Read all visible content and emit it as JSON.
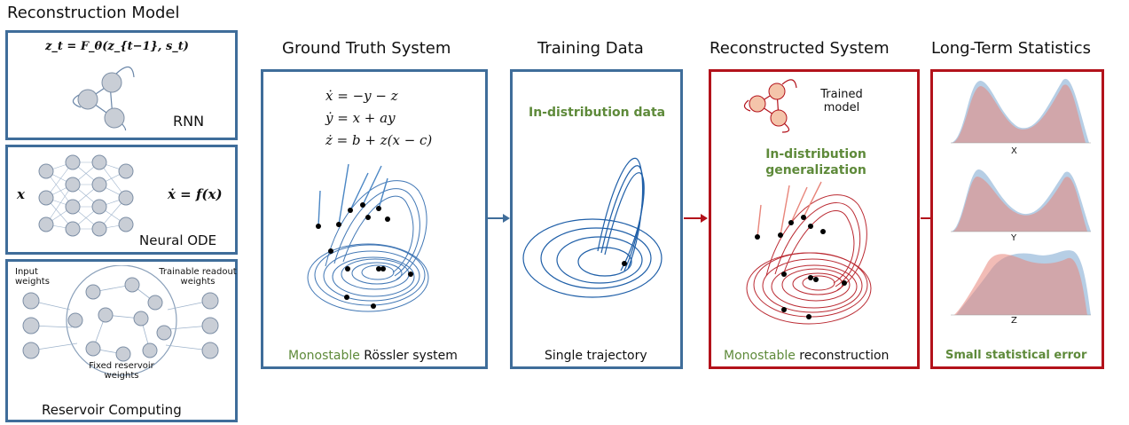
{
  "reconstruction_model": {
    "heading": "Reconstruction Model",
    "rnn": {
      "equation": "z_t = F_θ(z_{t−1}, s_t)",
      "label": "RNN"
    },
    "neural_ode": {
      "x_label": "x",
      "equation": "ẋ = f(x)",
      "label": "Neural ODE"
    },
    "reservoir": {
      "input_weights": "Input weights",
      "readout_weights": "Trainable readout weights",
      "fixed_weights": "Fixed reservoir weights",
      "label": "Reservoir Computing"
    }
  },
  "ground_truth": {
    "heading": "Ground Truth System",
    "equations": [
      "ẋ = −y − z",
      "ẏ = x + ay",
      "ż = b + z(x − c)"
    ],
    "caption_green": "Monostable",
    "caption_rest": "Rössler system"
  },
  "training_data": {
    "heading": "Training Data",
    "label_green": "In-distribution data",
    "caption": "Single trajectory"
  },
  "reconstructed": {
    "heading": "Reconstructed System",
    "trained_model": "Trained model",
    "label_green": "In-distribution generalization",
    "caption_green": "Monostable",
    "caption_rest": "reconstruction"
  },
  "long_term": {
    "heading": "Long-Term Statistics",
    "axes": [
      "X",
      "Y",
      "Z"
    ],
    "caption_green": "Small statistical error"
  },
  "colors": {
    "blue_frame": "#3f6d9a",
    "red_frame": "#b3121b",
    "green_text": "#5e8a3a",
    "ground_truth_trajectory": "#1f5fa8",
    "reconstructed_trajectory": "#b3121b",
    "hist_true": "#a9c5e0",
    "hist_model": "#e8857a"
  }
}
